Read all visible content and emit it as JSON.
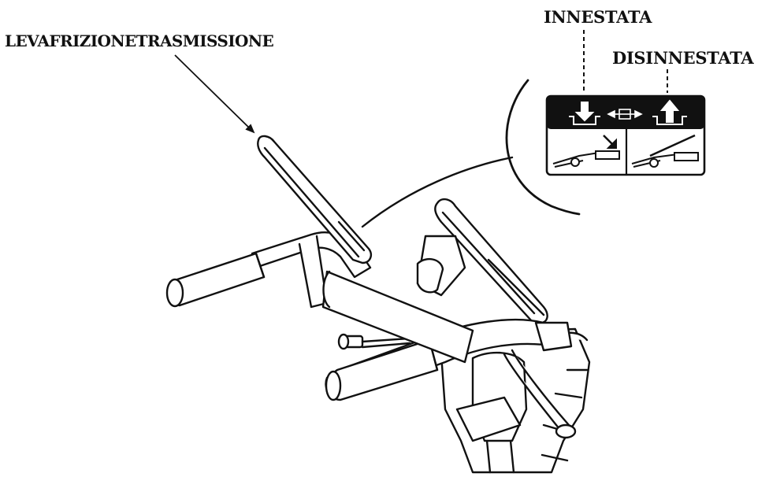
{
  "labels": {
    "lever": "LEVAFRIZIONETRASMISSIONE",
    "engaged": "INNESTATA",
    "disengaged": "DISINNESTATA"
  },
  "icons": {
    "engaged_arrow": "down-arrow-icon",
    "disengaged_arrow": "up-arrow-icon",
    "transmission": "transmission-icon",
    "lever_down": "lever-engaged-icon",
    "lever_up": "lever-disengaged-icon"
  },
  "colors": {
    "ink": "#111111",
    "paper": "#ffffff"
  }
}
